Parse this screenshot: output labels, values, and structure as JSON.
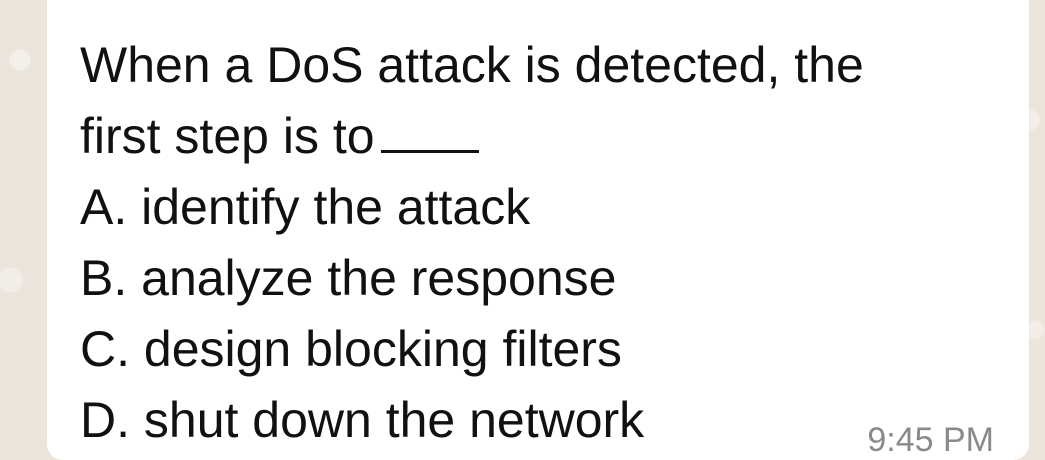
{
  "message": {
    "question_line1": "When a DoS attack is detected, the",
    "question_line2": "first step is to",
    "options": [
      {
        "label": "A. identify the attack"
      },
      {
        "label": "B. analyze the response"
      },
      {
        "label": "C. design blocking filters"
      },
      {
        "label": "D. shut down the network"
      }
    ],
    "time": "9:45 PM"
  },
  "colors": {
    "chat_background": "#ece5dc",
    "bubble_background": "#ffffff",
    "text": "#111111",
    "timestamp": "#8a8a8a"
  }
}
